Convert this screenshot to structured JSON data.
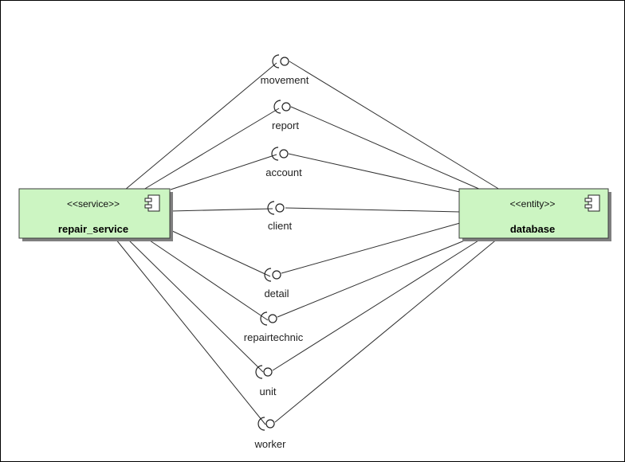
{
  "components": {
    "repair_service": {
      "stereotype": "<<service>>",
      "name": "repair_service",
      "icon": "component-icon"
    },
    "database": {
      "stereotype": "<<entity>>",
      "name": "database",
      "icon": "component-icon"
    }
  },
  "interfaces": [
    {
      "id": "movement",
      "label": "movement"
    },
    {
      "id": "report",
      "label": "report"
    },
    {
      "id": "account",
      "label": "account"
    },
    {
      "id": "client",
      "label": "client"
    },
    {
      "id": "detail",
      "label": "detail"
    },
    {
      "id": "repairtechnic",
      "label": "repairtechnic"
    },
    {
      "id": "unit",
      "label": "unit"
    },
    {
      "id": "worker",
      "label": "worker"
    }
  ],
  "colors": {
    "component_fill": "#ccf5c2",
    "line": "#2f2f2f"
  }
}
